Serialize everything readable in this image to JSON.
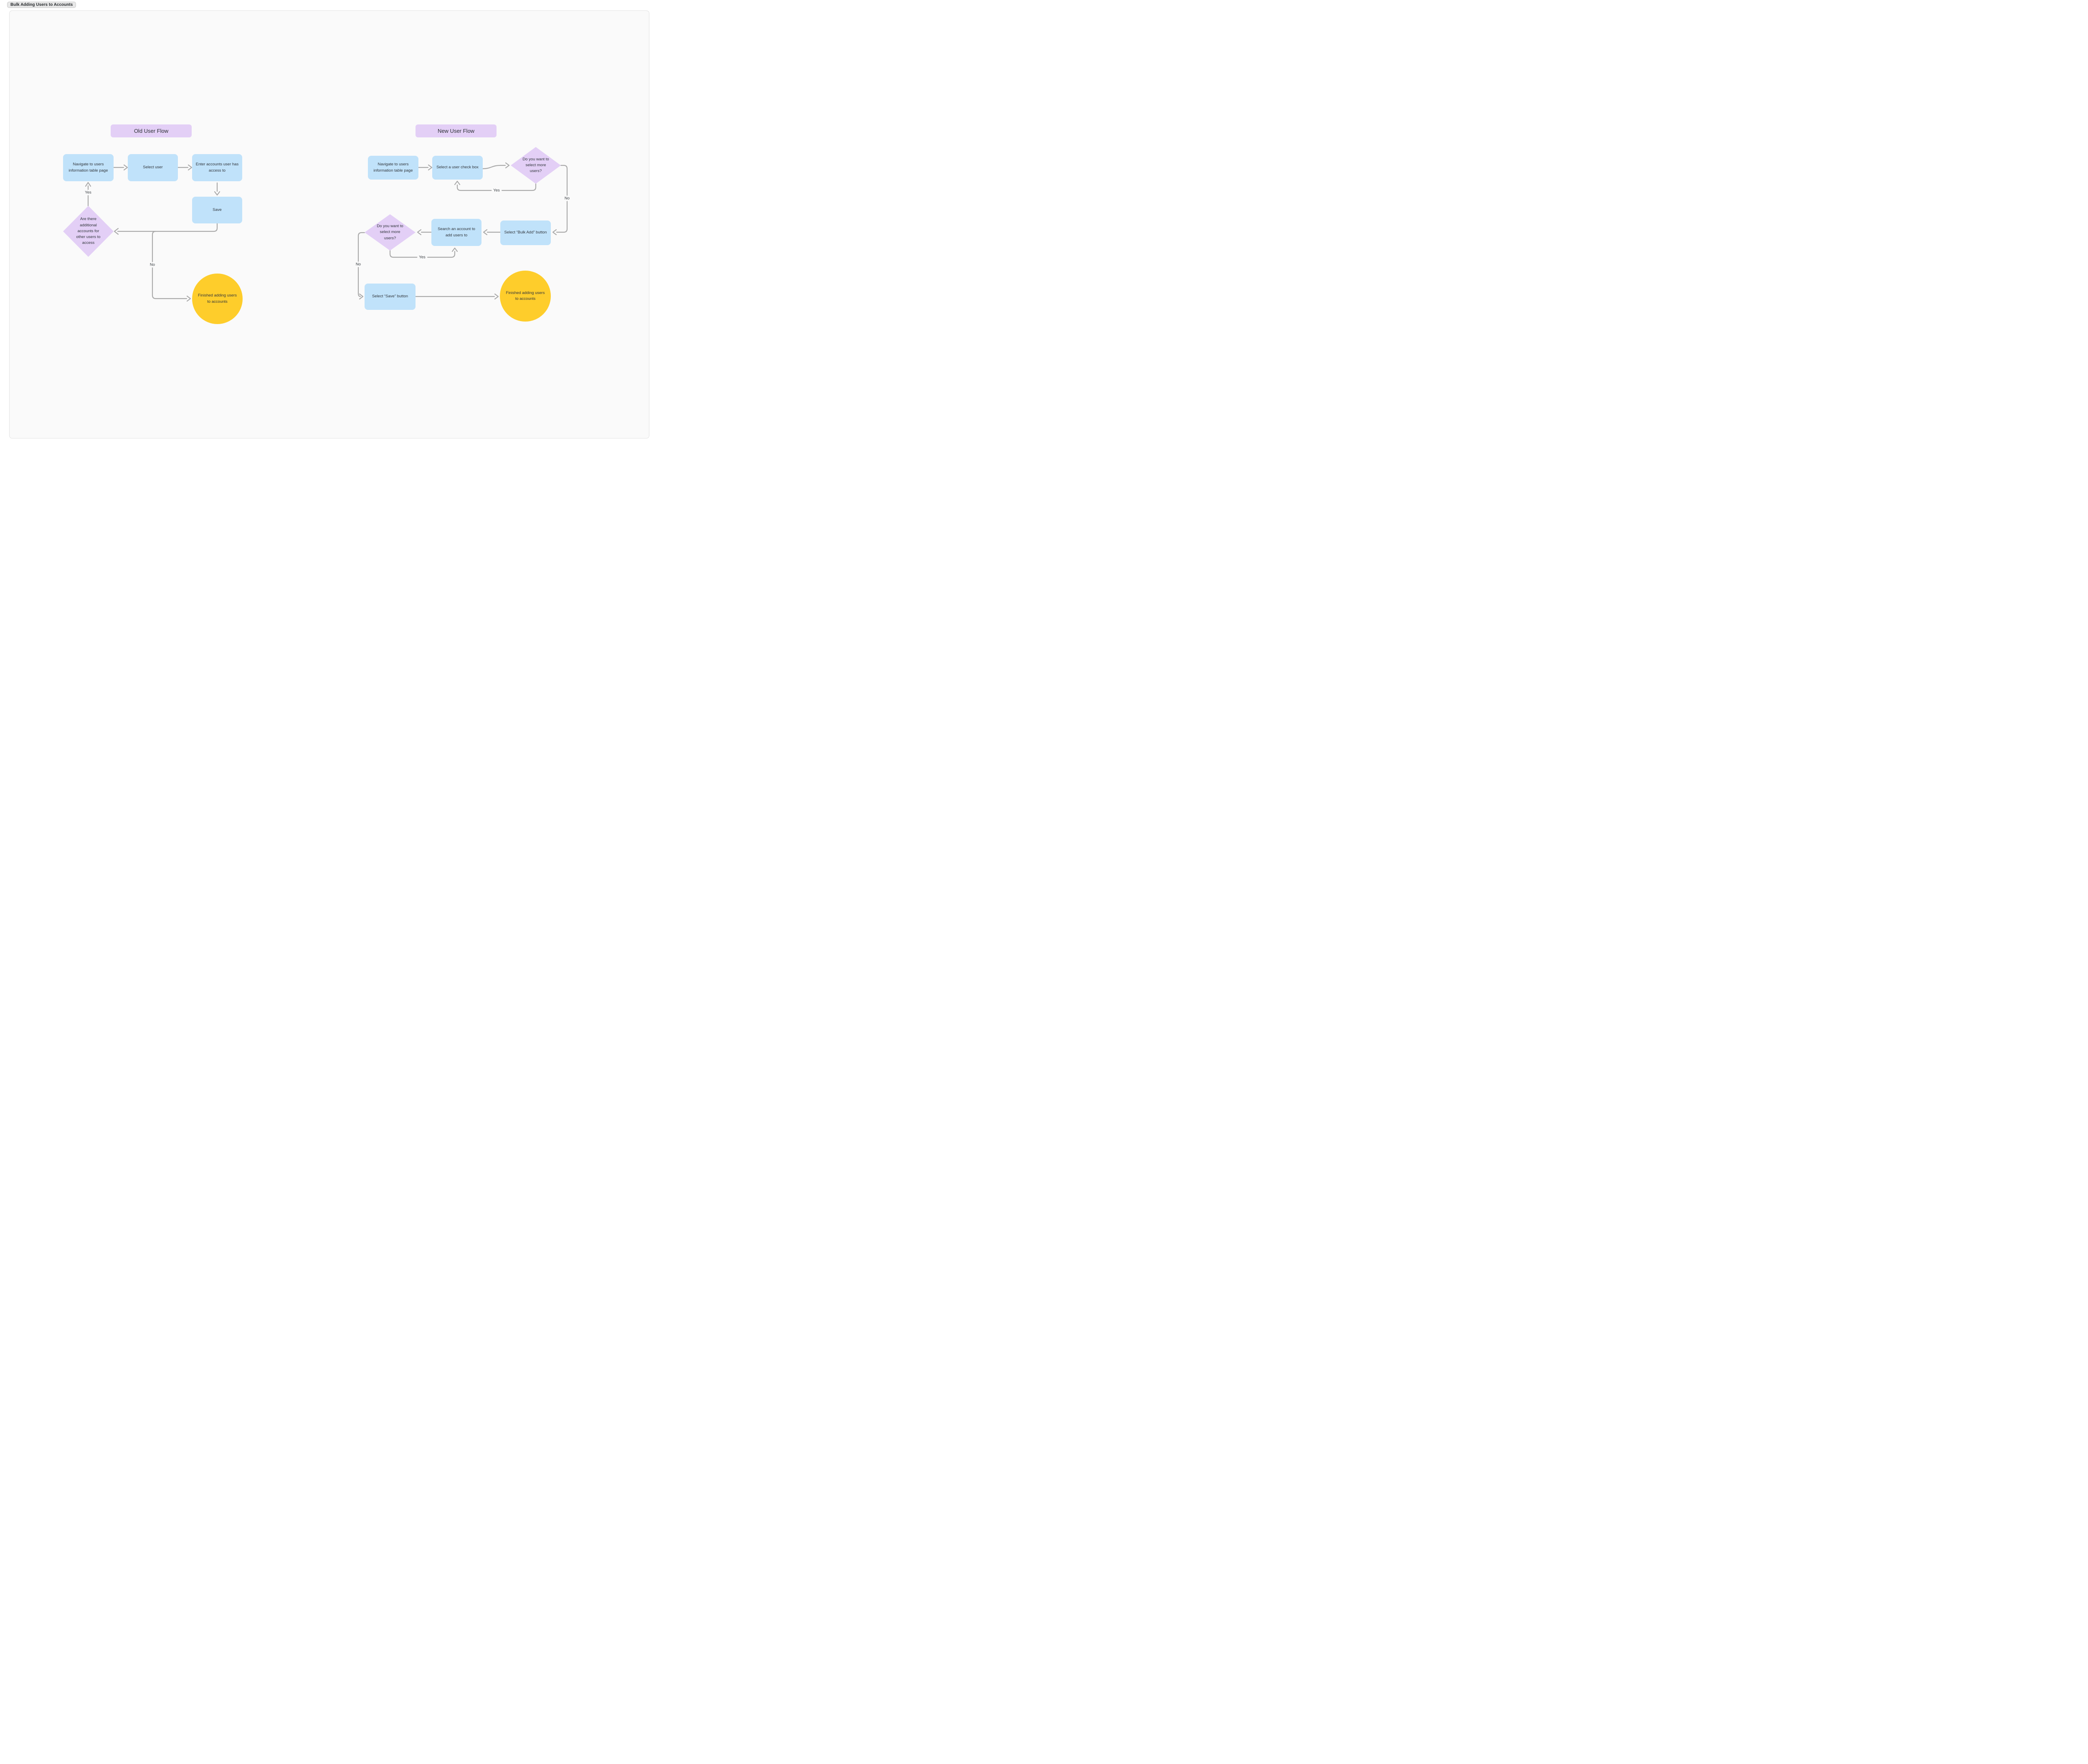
{
  "page": {
    "tab_label": "Bulk Adding Users to Accounts"
  },
  "colors": {
    "canvas_bg": "#FAFAFA",
    "node_blue": "#C0E2FA",
    "node_purple": "#E3CFF6",
    "node_yellow": "#FECD2B",
    "connector_gray": "#A9A9A9",
    "text_dark": "#31363C"
  },
  "old_flow": {
    "title": "Old User Flow",
    "nodes": {
      "navigate": "Navigate to users information table page",
      "select_user": "Select user",
      "enter_accounts": "Enter accounts user has access to",
      "save": "Save",
      "decision_additional_accounts": "Are there additional accounts for other users to access",
      "finished": "Finished adding users to accounts"
    },
    "labels": {
      "yes": "Yes",
      "no": "No"
    }
  },
  "new_flow": {
    "title": "New User Flow",
    "nodes": {
      "navigate": "Navigate to users information table page",
      "select_checkbox": "Select a user check box",
      "decision_select_more": "Do you want to select more users?",
      "bulk_add": "Select “Bulk Add” button",
      "search_account": "Search an account to add users to",
      "decision_select_more_2": "Do you want to select more users?",
      "save": "Select “Save” button",
      "finished": "Finished adding users to accounts"
    },
    "labels": {
      "yes_top": "Yes",
      "no_top": "No",
      "yes_mid": "Yes",
      "no_mid": "No"
    }
  }
}
